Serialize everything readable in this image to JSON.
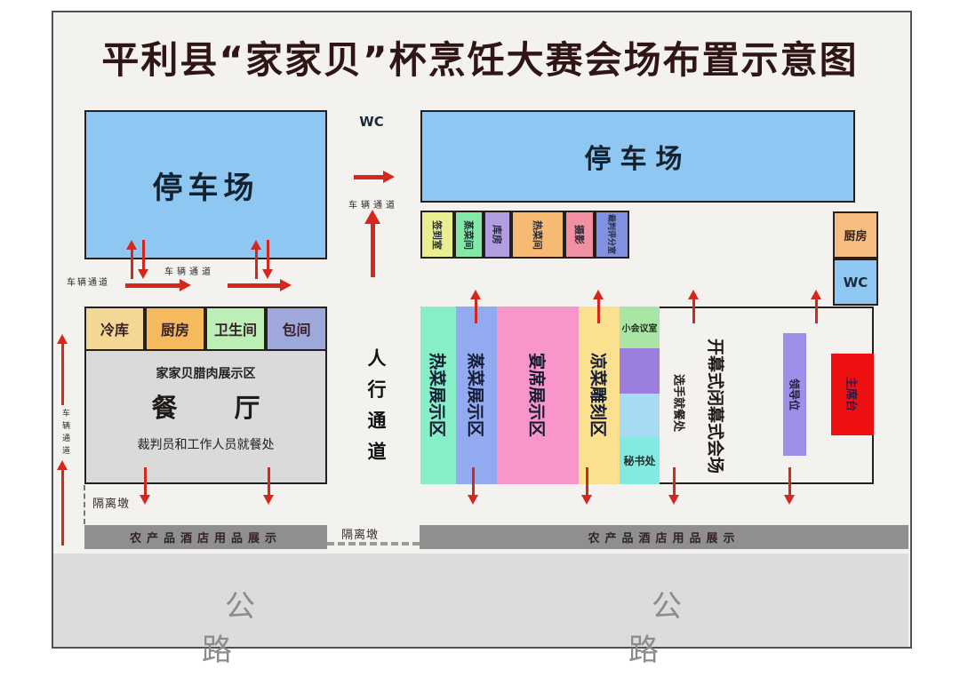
{
  "title": "平利县“家家贝”杯烹饪大赛会场布置示意图",
  "parking_left": "停车场",
  "parking_right": "停车场",
  "wc_top": "WC",
  "vehicle_lane": "车辆通道",
  "pedestrian_lane": "人行通道",
  "small_rooms": [
    {
      "label": "签到室",
      "color": "#e9ef8f"
    },
    {
      "label": "蒸菜间",
      "color": "#82e9a6"
    },
    {
      "label": "库房",
      "color": "#b49dde"
    },
    {
      "label": "热菜间",
      "color": "#f6ba73"
    },
    {
      "label": "摄影",
      "color": "#f290a3"
    },
    {
      "label": "裁判评分室",
      "color": "#8191e2"
    }
  ],
  "kitchen_right": "厨房",
  "wc_right": "WC",
  "left_rooms": [
    {
      "label": "冷库",
      "color": "#f3d794"
    },
    {
      "label": "厨房",
      "color": "#f6ba5e"
    },
    {
      "label": "卫生间",
      "color": "#bdeeb6"
    },
    {
      "label": "包间",
      "color": "#9fa8da"
    }
  ],
  "restaurant": {
    "display_zone": "家家贝腊肉展示区",
    "name": "餐厅",
    "dining_note": "裁判员和工作人员就餐处"
  },
  "display_zones": [
    {
      "label": "热菜展示区",
      "color": "#86efc7"
    },
    {
      "label": "蒸菜展示区",
      "color": "#92aaf2"
    },
    {
      "label": "宴席展示区",
      "color": "#f996c9"
    },
    {
      "label": "凉菜雕刻区",
      "color": "#fae08f"
    }
  ],
  "side_rooms": {
    "meeting": "小会议室",
    "secretariat": "秘书处"
  },
  "ceremony": {
    "contestant_dining": "选手就餐处",
    "hall": "开幕式闭幕式会场",
    "leaders": "领导位",
    "podium": "主席台"
  },
  "bottom": {
    "barrier_left": "隔离墩",
    "barrier_mid": "隔离墩",
    "display_bar_left": "农产品酒店用品展示",
    "display_bar_right": "农产品酒店用品展示",
    "road_left": "公路",
    "road_right": "公路"
  },
  "colors": {
    "arrow_red": "#d4281e",
    "parking_blue": "#8dc7f2",
    "restaurant_gray": "#dadada",
    "display_bar_gray": "#8f8f8f",
    "road_gray": "#dcdcdc",
    "podium_red": "#ee1010",
    "leaders_purple": "#9d90e8",
    "title_color": "#2f1515"
  }
}
